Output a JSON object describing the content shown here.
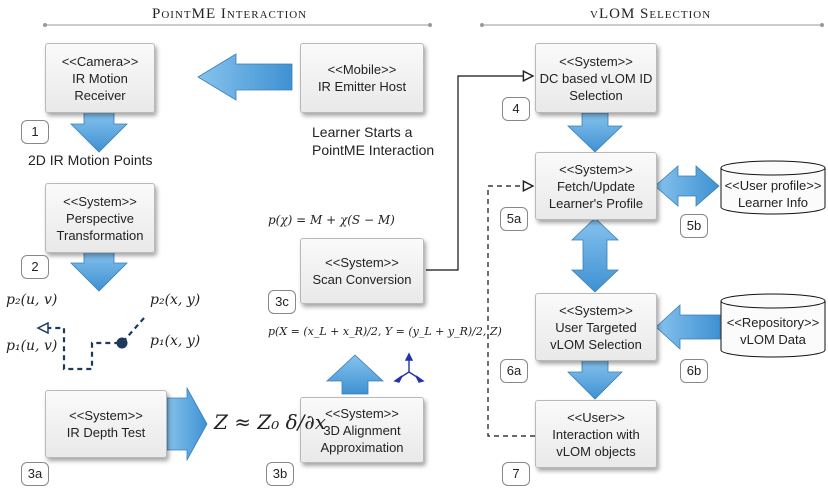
{
  "titles": {
    "left": "PointME Interaction",
    "right": "vLOM Selection"
  },
  "boxes": {
    "camera": {
      "stereo": "<<Camera>>",
      "line1": "IR Motion",
      "line2": "Receiver"
    },
    "mobile": {
      "stereo": "<<Mobile>>",
      "line1": "IR Emitter Host"
    },
    "perspective": {
      "stereo": "<<System>>",
      "line1": "Perspective",
      "line2": "Transformation"
    },
    "scan": {
      "stereo": "<<System>>",
      "line1": "Scan Conversion"
    },
    "depth": {
      "stereo": "<<System>>",
      "line1": "IR Depth Test"
    },
    "align": {
      "stereo": "<<System>>",
      "line1": "3D Alignment",
      "line2": "Approximation"
    },
    "dc": {
      "stereo": "<<System>>",
      "line1": "DC based vLOM ID",
      "line2": "Selection"
    },
    "fetch": {
      "stereo": "<<System>>",
      "line1": "Fetch/Update",
      "line2": "Learner's Profile"
    },
    "targeted": {
      "stereo": "<<System>>",
      "line1": "User Targeted",
      "line2": "vLOM Selection"
    },
    "interaction": {
      "stereo": "<<User>>",
      "line1": "Interaction with",
      "line2": "vLOM objects"
    }
  },
  "cylinders": {
    "profile": {
      "stereo": "<<User profile>>",
      "line1": "Learner Info"
    },
    "repo": {
      "stereo": "<<Repository>>",
      "line1": "vLOM Data"
    }
  },
  "labels": {
    "points": "2D IR Motion Points",
    "learner1": "Learner Starts a",
    "learner2": "PointME Interaction"
  },
  "steps": {
    "s1": "1",
    "s2": "2",
    "s3a": "3a",
    "s3b": "3b",
    "s3c": "3c",
    "s4": "4",
    "s5a": "5a",
    "s5b": "5b",
    "s6a": "6a",
    "s6b": "6b",
    "s7": "7"
  },
  "math": {
    "p2uv": "p₂(u, v)",
    "p1uv": "p₁(u, v)",
    "p2xy": "p₂(x, y)",
    "p1xy": "p₁(x, y)",
    "scanEq": "p(χ) = M + χ(S − M)",
    "depthEq": "Z ≈ Z₀ δ/∂x",
    "alignEq": "p(X = (x_L + x_R)/2, Y = (y_L + y_R)/2, Z)"
  },
  "colors": {
    "arrow": "#5aa7de",
    "arrowDark": "#3f87c2"
  }
}
